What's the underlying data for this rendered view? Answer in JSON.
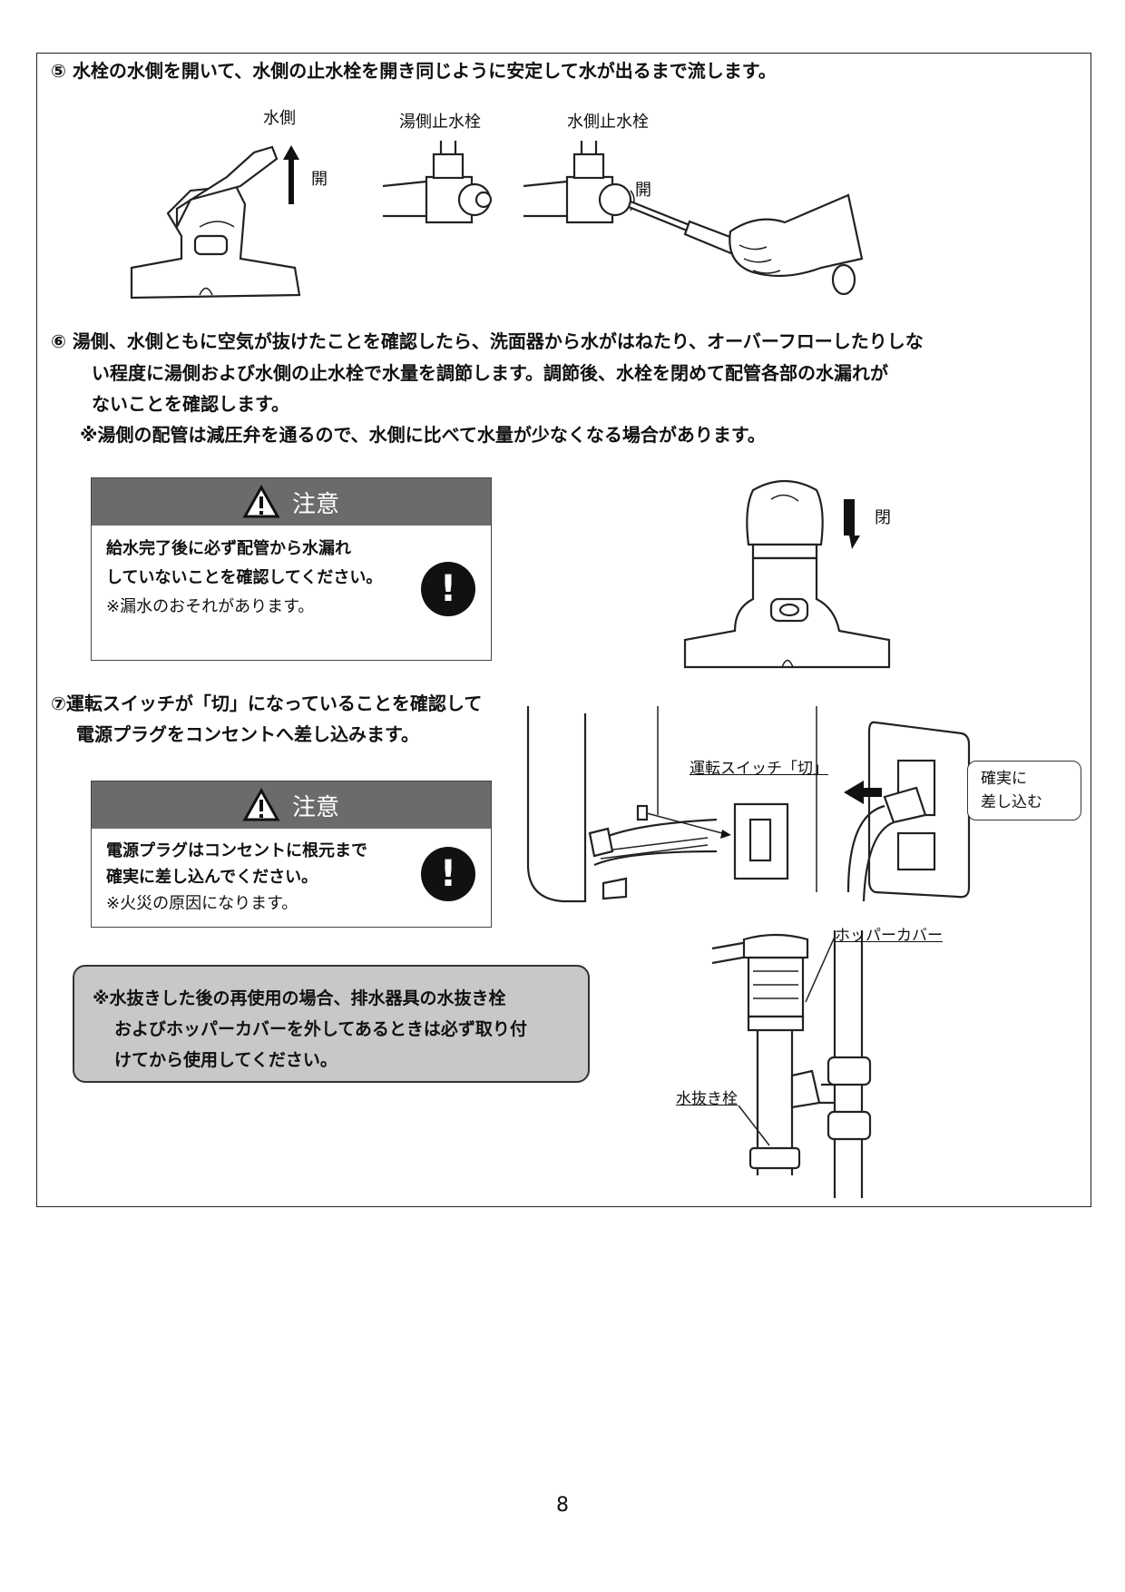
{
  "step5": {
    "text": "⑤ 水栓の水側を開いて、水側の止水栓を開き同じように安定して水が出るまで流します。",
    "labels": {
      "water_side": "水側",
      "hot_valve": "湯側止水栓",
      "cold_valve": "水側止水栓",
      "open1": "開",
      "open2": "開"
    }
  },
  "step6": {
    "lines": [
      "⑥ 湯側、水側ともに空気が抜けたことを確認したら、洗面器から水がはねたり、オーバーフローしたりしな",
      "い程度に湯側および水側の止水栓で水量を調節します。調節後、水栓を閉めて配管各部の水漏れが",
      "ないことを確認します。"
    ],
    "note": "※湯側の配管は減圧弁を通るので、水側に比べて水量が少なくなる場合があります。",
    "close_label": "閉"
  },
  "caution1": {
    "title": "注意",
    "line1": "給水完了後に必ず配管から水漏れ",
    "line2": "していないことを確認してください。",
    "line3": "※漏水のおそれがあります。"
  },
  "step7": {
    "line1": "⑦運転スイッチが「切」になっていることを確認して",
    "line2": "電源プラグをコンセントへ差し込みます。",
    "switch_label": "運転スイッチ「切」",
    "plug_line1": "確実に",
    "plug_line2": "差し込む"
  },
  "caution2": {
    "title": "注意",
    "line1": "電源プラグはコンセントに根元まで",
    "line2": "確実に差し込んでください。",
    "line3": "※火災の原因になります。"
  },
  "note": {
    "line1": "※水抜きした後の再使用の場合、排水器具の水抜き栓",
    "line2": "およびホッパーカバーを外してあるときは必ず取り付",
    "line3": "けてから使用してください。"
  },
  "drain": {
    "hopper_cover": "ホッパーカバー",
    "drain_plug": "水抜き栓"
  },
  "page_number": "8"
}
